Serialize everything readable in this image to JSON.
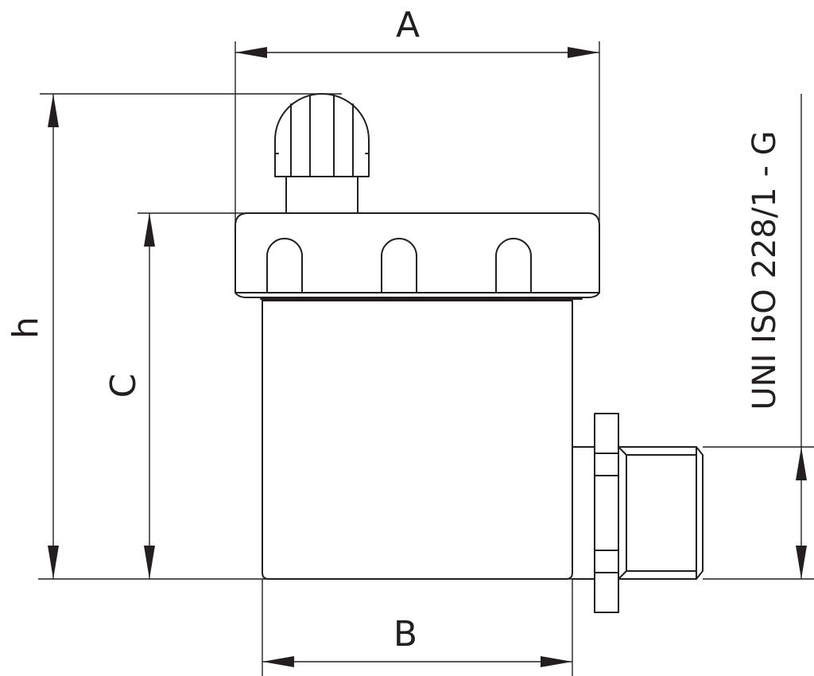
{
  "labels": {
    "A": "A",
    "B": "B",
    "C": "C",
    "h": "h",
    "thread_standard": "UNI ISO 228/1 - G"
  }
}
